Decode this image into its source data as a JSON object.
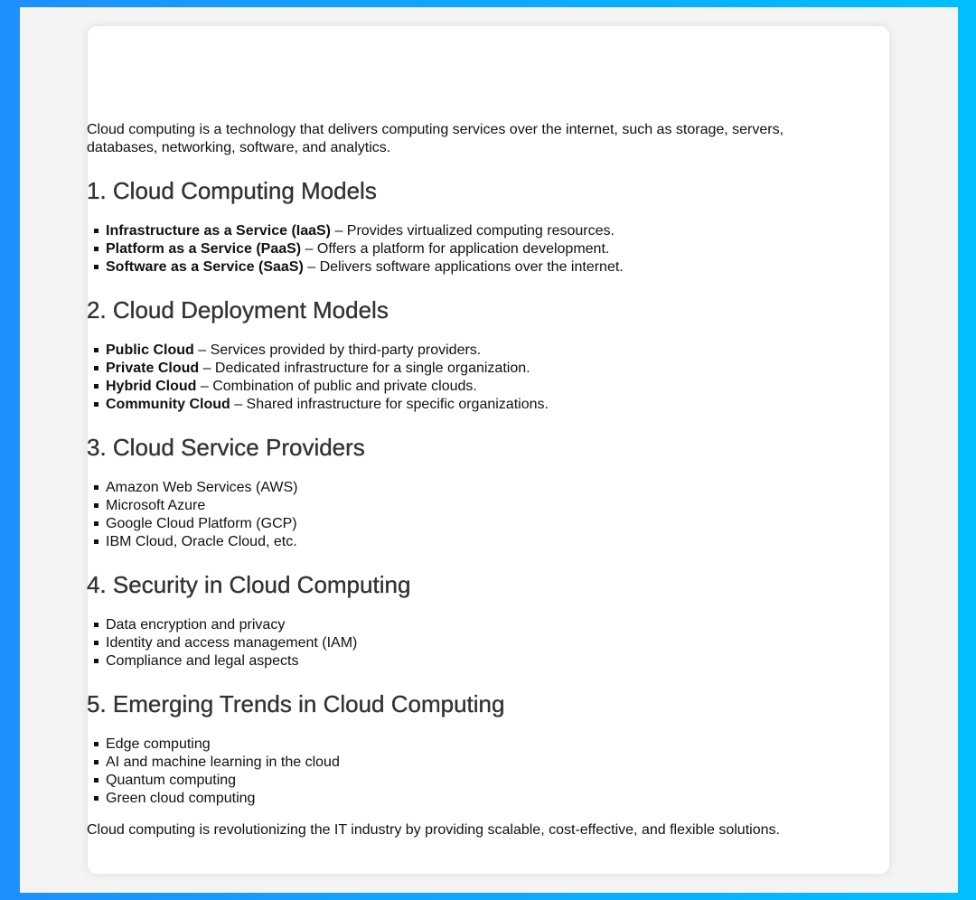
{
  "intro": "Cloud computing is a technology that delivers computing services over the internet, such as storage, servers, databases, networking, software, and analytics.",
  "sections": [
    {
      "heading": "1. Cloud Computing Models",
      "items": [
        {
          "term": "Infrastructure as a Service (IaaS)",
          "desc": " – Provides virtualized computing resources."
        },
        {
          "term": "Platform as a Service (PaaS)",
          "desc": " – Offers a platform for application development."
        },
        {
          "term": "Software as a Service (SaaS)",
          "desc": " – Delivers software applications over the internet."
        }
      ]
    },
    {
      "heading": "2. Cloud Deployment Models",
      "items": [
        {
          "term": "Public Cloud",
          "desc": " – Services provided by third-party providers."
        },
        {
          "term": "Private Cloud",
          "desc": " – Dedicated infrastructure for a single organization."
        },
        {
          "term": "Hybrid Cloud",
          "desc": " – Combination of public and private clouds."
        },
        {
          "term": "Community Cloud",
          "desc": " – Shared infrastructure for specific organizations."
        }
      ]
    },
    {
      "heading": "3. Cloud Service Providers",
      "items": [
        {
          "text": "Amazon Web Services (AWS)"
        },
        {
          "text": "Microsoft Azure"
        },
        {
          "text": "Google Cloud Platform (GCP)"
        },
        {
          "text": "IBM Cloud, Oracle Cloud, etc."
        }
      ]
    },
    {
      "heading": "4. Security in Cloud Computing",
      "items": [
        {
          "text": "Data encryption and privacy"
        },
        {
          "text": "Identity and access management (IAM)"
        },
        {
          "text": "Compliance and legal aspects"
        }
      ]
    },
    {
      "heading": "5. Emerging Trends in Cloud Computing",
      "items": [
        {
          "text": "Edge computing"
        },
        {
          "text": "AI and machine learning in the cloud"
        },
        {
          "text": "Quantum computing"
        },
        {
          "text": "Green cloud computing"
        }
      ]
    }
  ],
  "outro": "Cloud computing is revolutionizing the IT industry by providing scalable, cost-effective, and flexible solutions."
}
